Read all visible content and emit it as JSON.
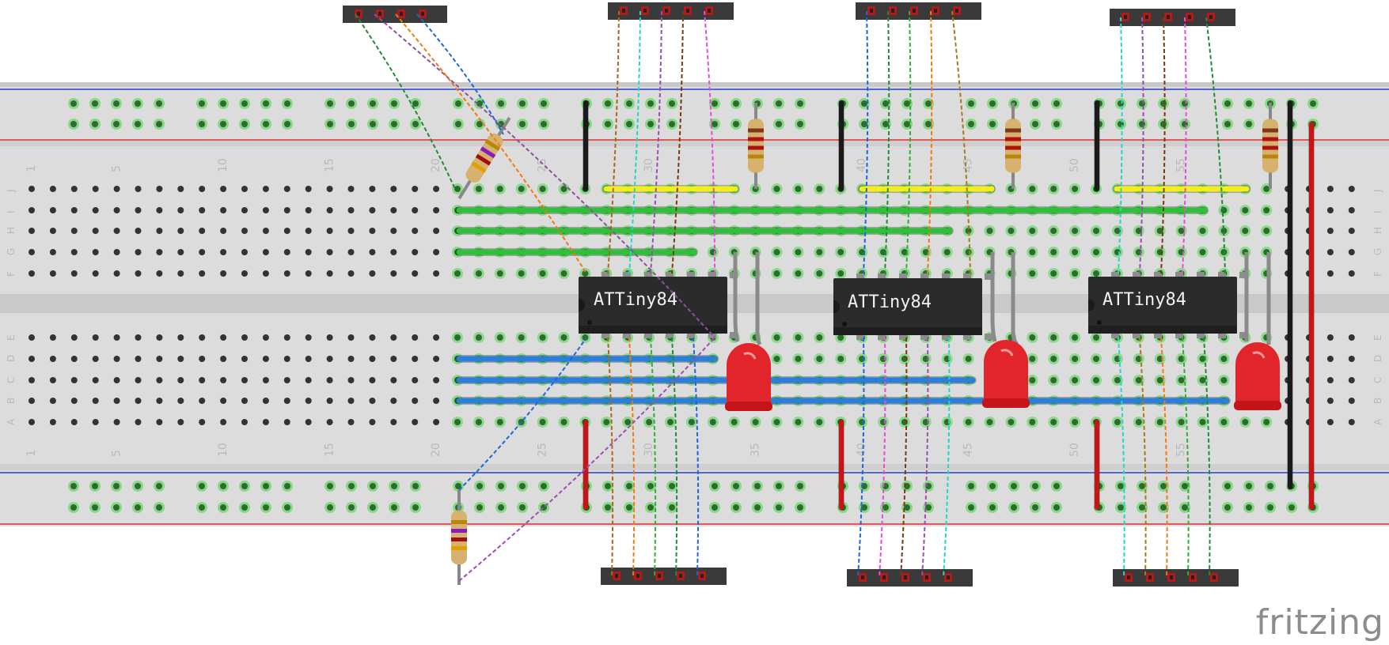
{
  "app": {
    "brand": "fritzing"
  },
  "breadboard": {
    "column_numbers": [
      "1",
      "5",
      "10",
      "15",
      "20",
      "25",
      "30",
      "35",
      "40",
      "45",
      "50",
      "55"
    ],
    "rows_top": [
      "J",
      "I",
      "H",
      "G",
      "F"
    ],
    "rows_bottom": [
      "E",
      "D",
      "C",
      "B",
      "A"
    ]
  },
  "chips": [
    {
      "label": "ATTiny84"
    },
    {
      "label": "ATTiny84"
    },
    {
      "label": "ATTiny84"
    }
  ],
  "colors": {
    "board": "#dcdcdc",
    "rail_blue": "#2a3fd6",
    "rail_red": "#e03030",
    "hole": "#333333",
    "hole_active": "#4fd34f",
    "wire_green": "#2fbf3a",
    "wire_blue": "#2a7fd8",
    "wire_yellow": "#f2ef1c",
    "wire_black": "#1a1a1a",
    "wire_red": "#c81414",
    "chip": "#2b2b2b",
    "header": "#3a3a3a",
    "led": "#e2252b"
  },
  "icons": [
    "resistor-icon",
    "led-icon",
    "ic-chip-icon",
    "pin-header-icon"
  ]
}
